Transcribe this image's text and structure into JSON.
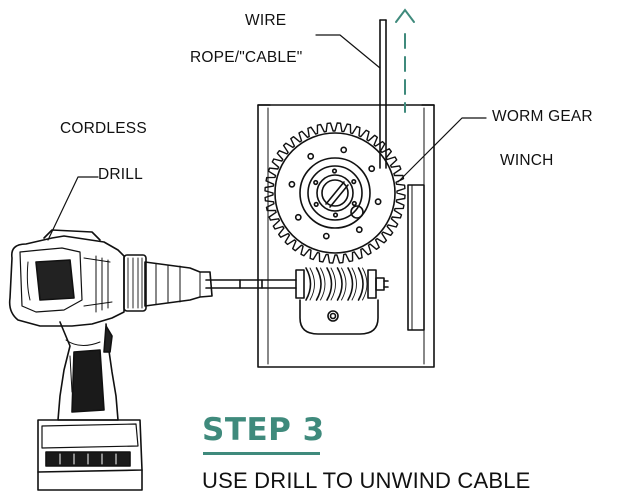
{
  "labels": {
    "wire_line1": "WIRE",
    "wire_line2": "ROPE/\"CABLE\"",
    "worm_gear": "WORM GEAR",
    "winch": "WINCH",
    "cordless": "CORDLESS",
    "drill": "DRILL"
  },
  "step": {
    "title": "STEP 3",
    "instruction": "USE DRILL TO UNWIND CABLE"
  },
  "colors": {
    "accent": "#3f8a7c",
    "line": "#111111"
  }
}
